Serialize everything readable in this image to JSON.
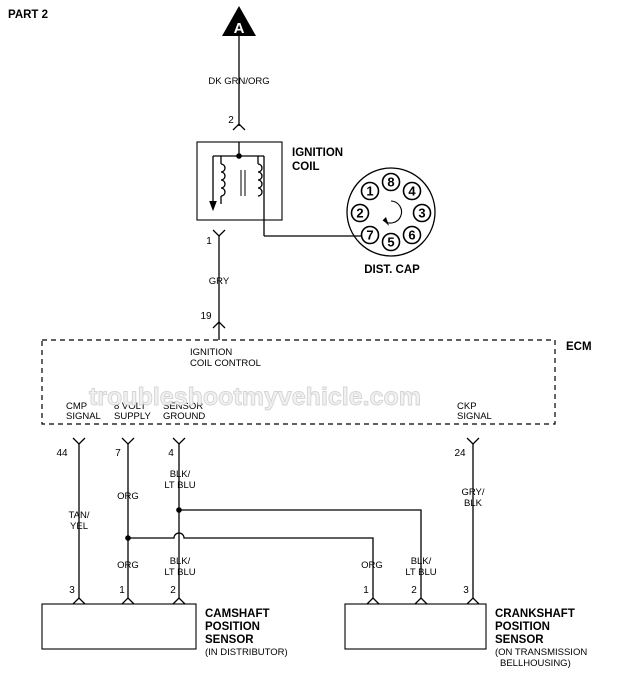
{
  "page_label": "PART 2",
  "connector": {
    "letter": "A"
  },
  "wires": {
    "top": "DK GRN/ORG",
    "coil_out": "GRY",
    "cmp": [
      "TAN/",
      "YEL"
    ],
    "supply_top": "ORG",
    "supply_bottom": "ORG",
    "supply_crank": "ORG",
    "ground_top": [
      "BLK/",
      "LT BLU"
    ],
    "ground_mid": [
      "BLK/",
      "LT BLU"
    ],
    "ground_crank": [
      "BLK/",
      "LT BLU"
    ],
    "ckp": [
      "GRY/",
      "BLK"
    ]
  },
  "pins": {
    "coil_in": "2",
    "coil_out": "1",
    "ecm_19": "19",
    "ecm_44": "44",
    "ecm_7": "7",
    "ecm_4": "4",
    "ecm_24": "24",
    "cam_3": "3",
    "cam_1": "1",
    "cam_2": "2",
    "crank_1": "1",
    "crank_2": "2",
    "crank_3": "3"
  },
  "ignition_coil": {
    "label": [
      "IGNITION",
      "COIL"
    ]
  },
  "dist_cap": {
    "label": "DIST. CAP",
    "terminals": [
      "1",
      "8",
      "4",
      "2",
      "3",
      "7",
      "5",
      "6"
    ]
  },
  "ecm": {
    "label": "ECM",
    "coil_control": [
      "IGNITION",
      "COIL CONTROL"
    ],
    "cmp_signal": [
      "CMP",
      "SIGNAL"
    ],
    "volt_supply": [
      "8 VOLT",
      "SUPPLY"
    ],
    "sensor_ground": [
      "SENSOR",
      "GROUND"
    ],
    "ckp_signal": [
      "CKP",
      "SIGNAL"
    ]
  },
  "camshaft_sensor": {
    "title": [
      "CAMSHAFT",
      "POSITION",
      "SENSOR"
    ],
    "note": "(IN DISTRIBUTOR)"
  },
  "crankshaft_sensor": {
    "title": [
      "CRANKSHAFT",
      "POSITION",
      "SENSOR"
    ],
    "note": [
      "(ON TRANSMISSION",
      "BELLHOUSING)"
    ]
  },
  "watermark": "troubleshootmyvehicle.com"
}
